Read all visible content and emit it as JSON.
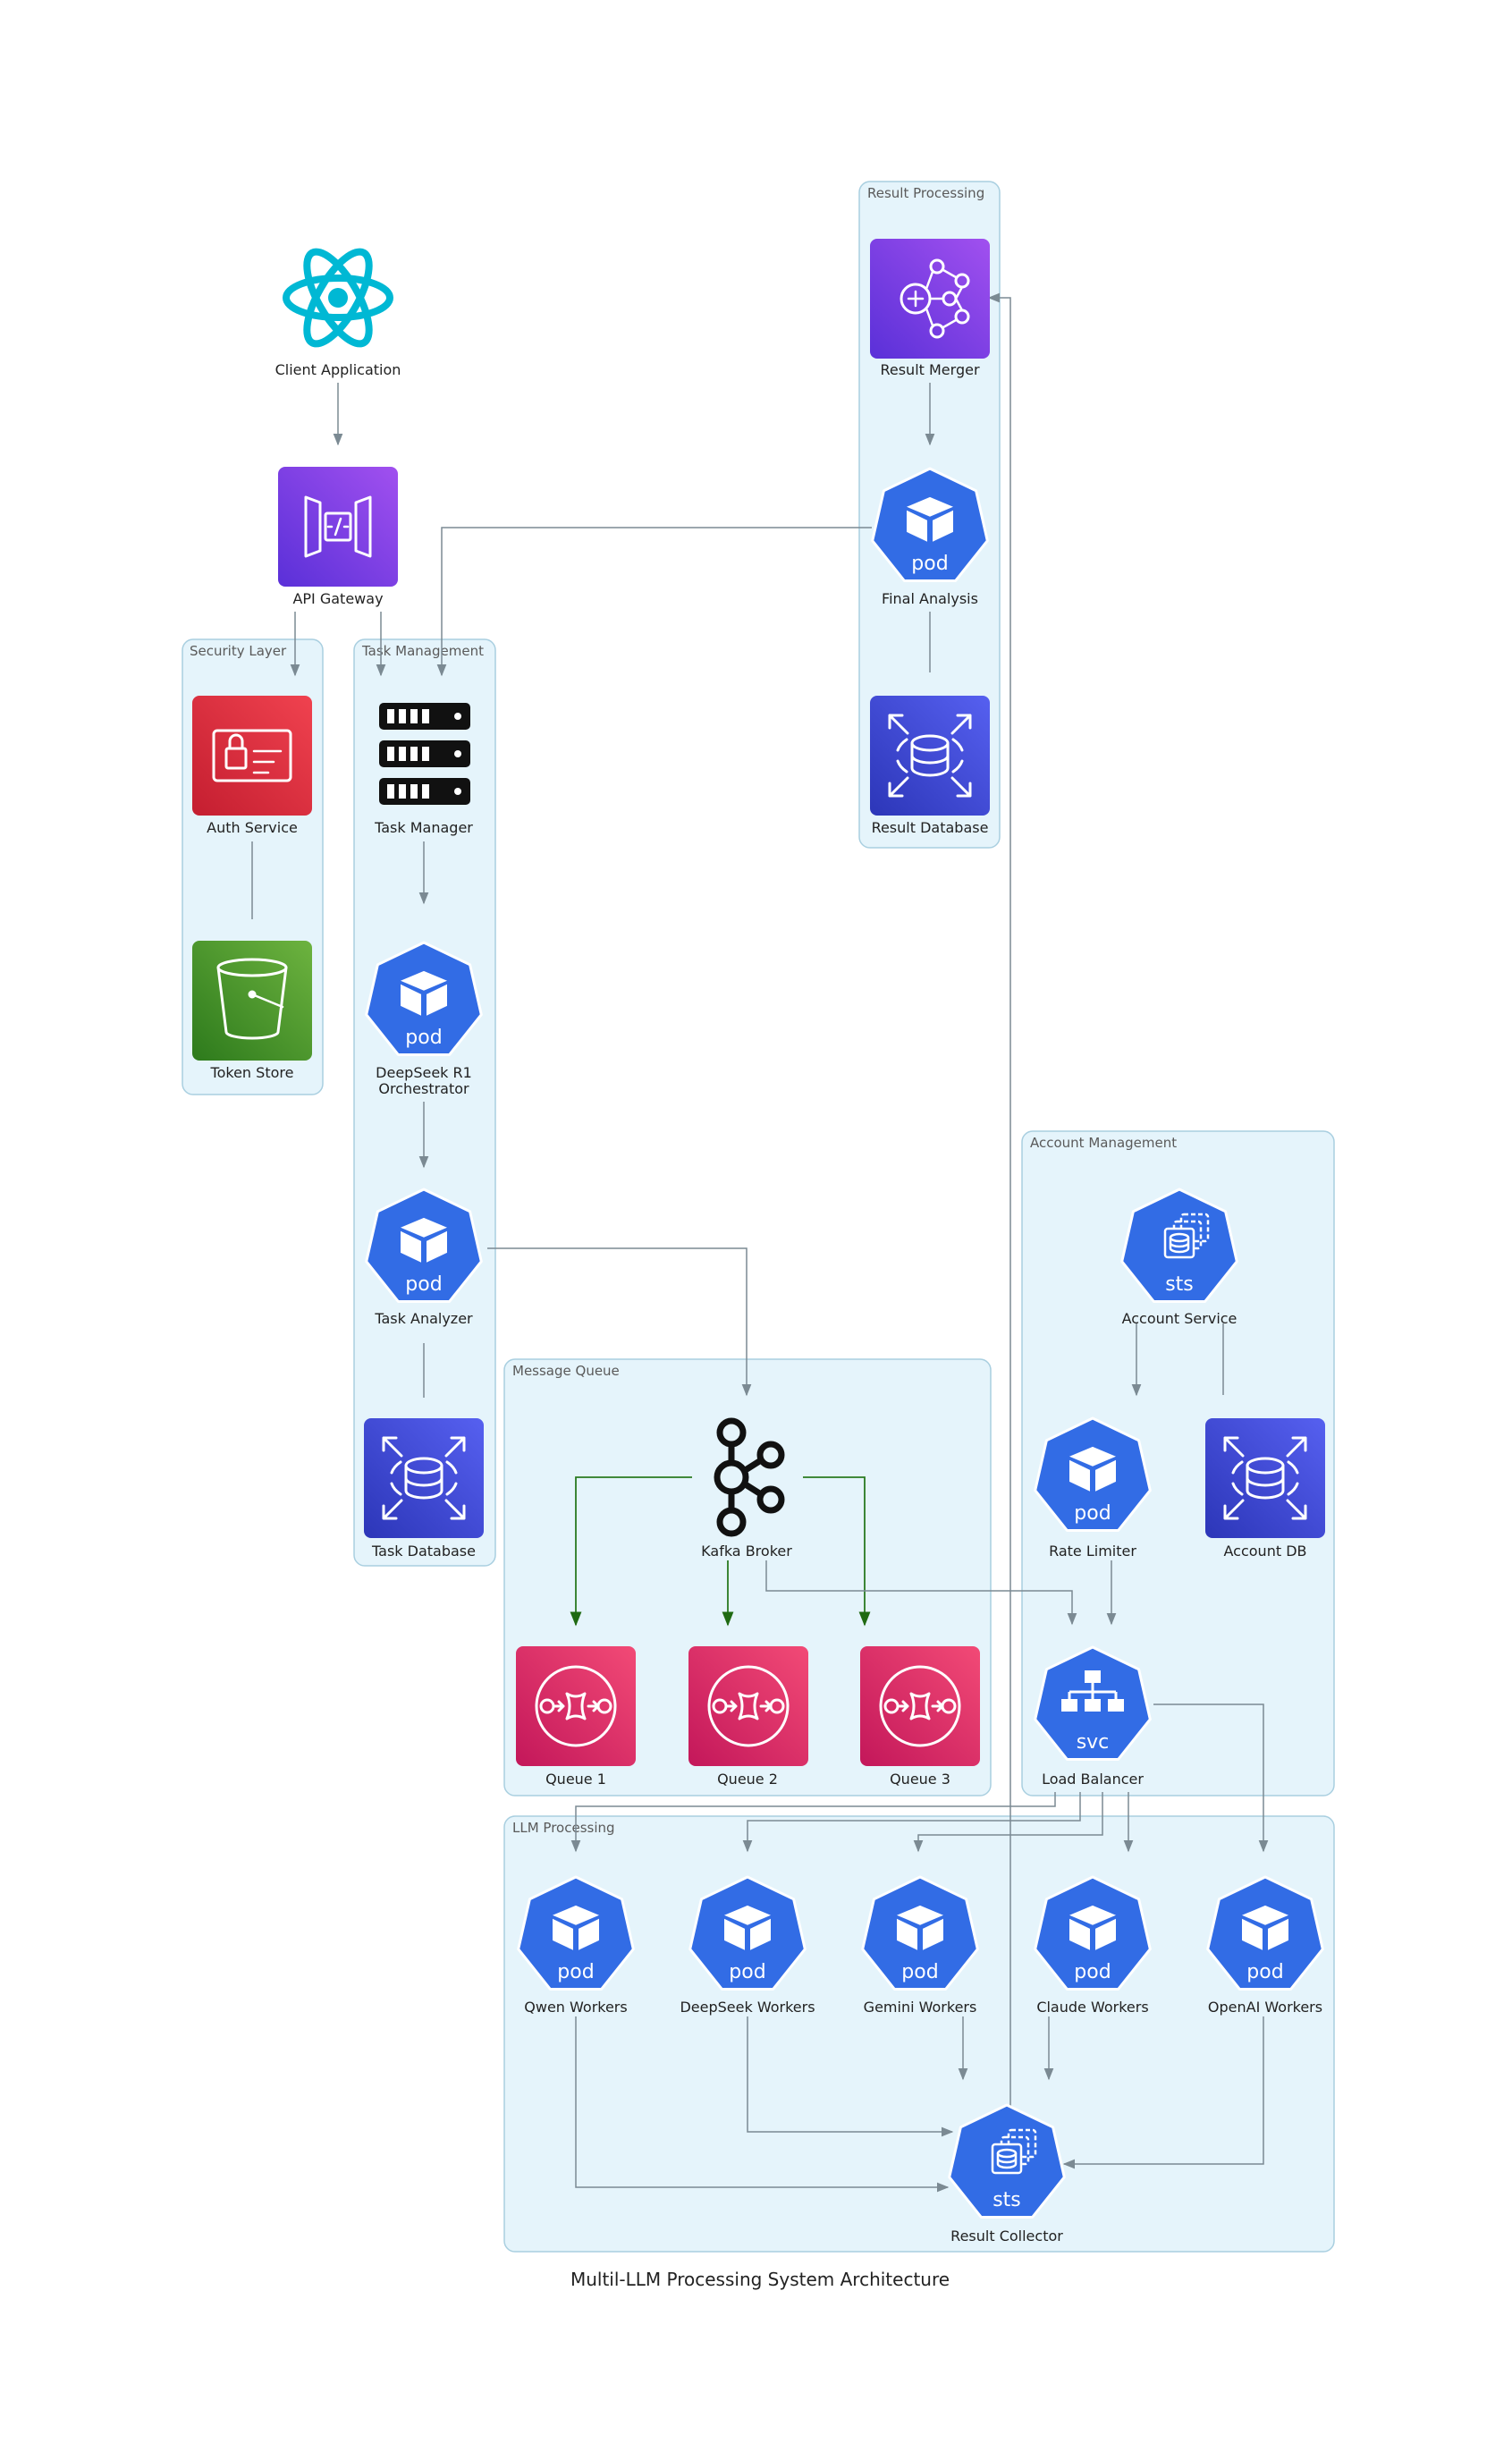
{
  "diagram": {
    "caption": "Multil-LLM Processing System Architecture",
    "clusters": {
      "result_processing": "Result Processing",
      "security": "Security Layer",
      "task_management": "Task Management",
      "account_management": "Account Management",
      "message_queue": "Message Queue",
      "llm_processing": "LLM Processing"
    },
    "nodes": {
      "client": "Client Application",
      "api_gateway": "API Gateway",
      "auth": "Auth Service",
      "token_store": "Token Store",
      "task_manager": "Task Manager",
      "orchestrator_1": "DeepSeek R1",
      "orchestrator_2": "Orchestrator",
      "task_analyzer": "Task Analyzer",
      "task_db": "Task Database",
      "result_merger": "Result Merger",
      "final_analysis": "Final Analysis",
      "result_db": "Result Database",
      "kafka": "Kafka Broker",
      "queue1": "Queue 1",
      "queue2": "Queue 2",
      "queue3": "Queue 3",
      "account_service": "Account Service",
      "rate_limiter": "Rate Limiter",
      "account_db": "Account DB",
      "load_balancer": "Load Balancer",
      "qwen": "Qwen Workers",
      "deepseek_workers": "DeepSeek Workers",
      "gemini": "Gemini Workers",
      "claude": "Claude Workers",
      "openai": "OpenAI Workers",
      "result_collector": "Result Collector"
    },
    "badges": {
      "pod": "pod",
      "sts": "sts",
      "svc": "svc"
    },
    "icons": {
      "client": "react-atom-icon",
      "api_gateway": "api-gateway-icon",
      "auth": "identity-card-lock-icon",
      "token_store": "storage-bucket-icon",
      "task_manager": "server-rack-icon",
      "database": "database-icon",
      "kafka": "kafka-icon",
      "queue": "message-queue-icon",
      "pod": "kubernetes-pod-icon",
      "sts": "kubernetes-statefulset-icon",
      "svc": "kubernetes-service-icon",
      "merger": "merge-network-icon"
    },
    "colors": {
      "purple": "#7d3fe0",
      "red": "#dd2a3a",
      "green": "#4a9a2a",
      "pink": "#e0356c",
      "indigo": "#3f47d2",
      "k8s_blue": "#326ce5",
      "react_cyan": "#00b8d4",
      "cluster_fill": "#e5f4fb",
      "edge": "#7b8a93",
      "edge_kafka": "#2a7a20"
    }
  }
}
